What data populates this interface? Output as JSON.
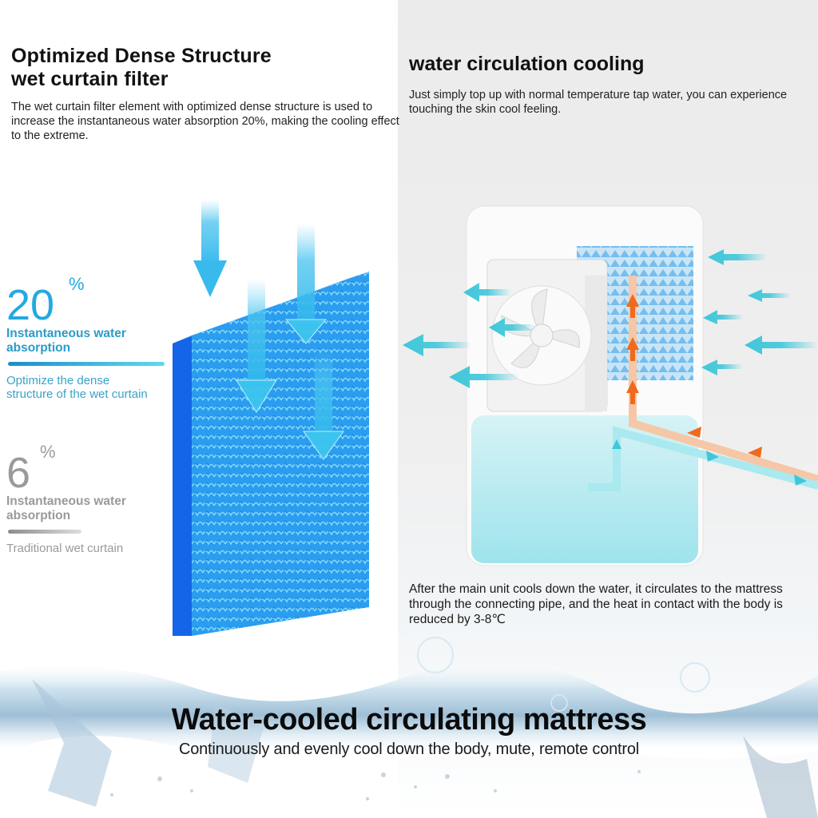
{
  "left_section": {
    "title_line1": "Optimized Dense Structure",
    "title_line2": "wet curtain filter",
    "description": "The wet curtain filter element with optimized dense structure is used to increase the instantaneous water absorption 20%, making the cooling effect to the extreme.",
    "stats": [
      {
        "value": "20",
        "unit": "%",
        "label_line1": "Instantaneous water",
        "label_line2": "absorption",
        "note_line1": "Optimize the dense",
        "note_line2": "structure of the wet curtain",
        "color": "#22a9e2"
      },
      {
        "value": "6",
        "unit": "%",
        "label_line1": "Instantaneous water",
        "label_line2": "absorption",
        "note_line1": "Traditional wet curtain",
        "color": "#9a9a9a"
      }
    ],
    "filter_colors": {
      "face": "#2a9df0",
      "edge": "#1565e8",
      "arrow": "#3cc6ef"
    }
  },
  "right_section": {
    "title": "water circulation cooling",
    "description": "Just simply top up with normal temperature tap water, you can experience touching the skin cool feeling.",
    "caption": "After the main unit cools down the water, it circulates to the mattress through the connecting pipe, and the heat in contact with the body is reduced by 3-8℃",
    "colors": {
      "cool_arrow": "#3fc7d9",
      "hot_arrow": "#f06a1e",
      "water": "#a8e6ee",
      "body": "#ffffff"
    }
  },
  "footer": {
    "title": "Water-cooled circulating mattress",
    "subtitle": "Continuously and evenly cool down the body, mute, remote control"
  }
}
